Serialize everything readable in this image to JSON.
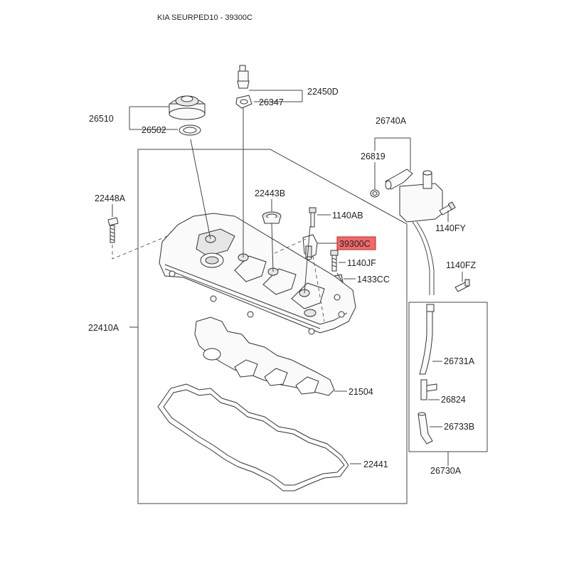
{
  "title": "KIA SEURPED10 - 39300C",
  "highlight_color": "#f06a6a",
  "labels": {
    "p22450D": "22450D",
    "p26347": "26347",
    "p26510": "26510",
    "p26502": "26502",
    "p26740A": "26740A",
    "p26819": "26819",
    "p22448A": "22448A",
    "p22443B": "22443B",
    "p1140AB": "1140AB",
    "p39300C": "39300C",
    "p1140JF": "1140JF",
    "p1433CC": "1433CC",
    "p1140FY": "1140FY",
    "p1140FZ": "1140FZ",
    "p22410A": "22410A",
    "p26731A": "26731A",
    "p21504": "21504",
    "p26824": "26824",
    "p26733B": "26733B",
    "p22441": "22441",
    "p26730A": "26730A"
  }
}
